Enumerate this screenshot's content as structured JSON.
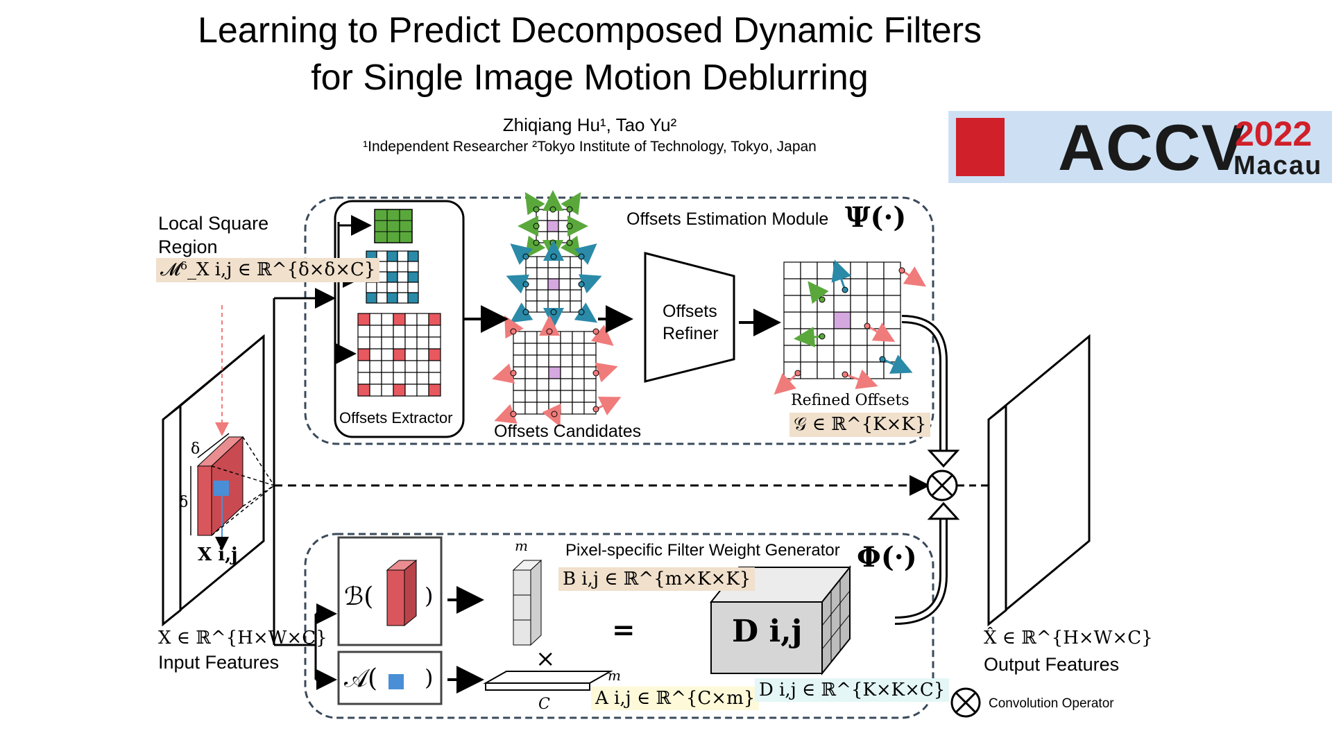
{
  "title_line1": "Learning to Predict Decomposed Dynamic Filters",
  "title_line2": "for Single Image Motion Deblurring",
  "authors": "Zhiqiang Hu¹, Tao Yu²",
  "affiliations": "¹Independent Researcher  ²Tokyo Institute of Technology, Tokyo, Japan",
  "logo": {
    "name": "ACCV",
    "year": "2022",
    "city": "Macau",
    "tag": "2022"
  },
  "labels": {
    "local_square_region": "Local Square\nRegion",
    "local_square_math": "𝓜ᵟ_X i,j ∈ ℝ^{δ×δ×C}",
    "offsets_module": "Offsets Estimation Module",
    "psi": "Ψ(·)",
    "offsets_extractor": "Offsets Extractor",
    "offsets_candidates": "Offsets Candidates",
    "offsets_refiner_1": "Offsets",
    "offsets_refiner_2": "Refiner",
    "refined_offsets": "Refined Offsets",
    "refined_math": "𝒢 ∈ ℝ^{K×K}",
    "input_features": "Input Features",
    "input_math": "X ∈ ℝ^{H×W×C}",
    "x_ij": "X i,j",
    "delta": "δ",
    "pixel_generator": "Pixel-specific Filter Weight Generator",
    "phi": "Φ(·)",
    "b_func": "ℬ(",
    "a_func": "𝒜(",
    "close_paren": ")",
    "b_math": "B i,j ∈ ℝ^{m×K×K}",
    "a_math": "A i,j ∈ ℝ^{C×m}",
    "d_math": "D i,j ∈ ℝ^{K×K×C}",
    "d_label": "D i,j",
    "m_label": "m",
    "c_label": "C",
    "times": "×",
    "equals": "=",
    "output_math": "X̂ ∈ ℝ^{H×W×C}",
    "output_features": "Output Features",
    "conv_operator": "Convolution Operator"
  },
  "colors": {
    "green": "#5aa83c",
    "teal": "#2a8aa8",
    "red": "#e8585f",
    "pink": "#f07b7b",
    "purple": "#d6a8e0",
    "blue": "#4a8fd6",
    "cube_red": "#d9575c",
    "cube_yellow": "#f5e08a",
    "dashed_border": "#3a4a5a"
  }
}
